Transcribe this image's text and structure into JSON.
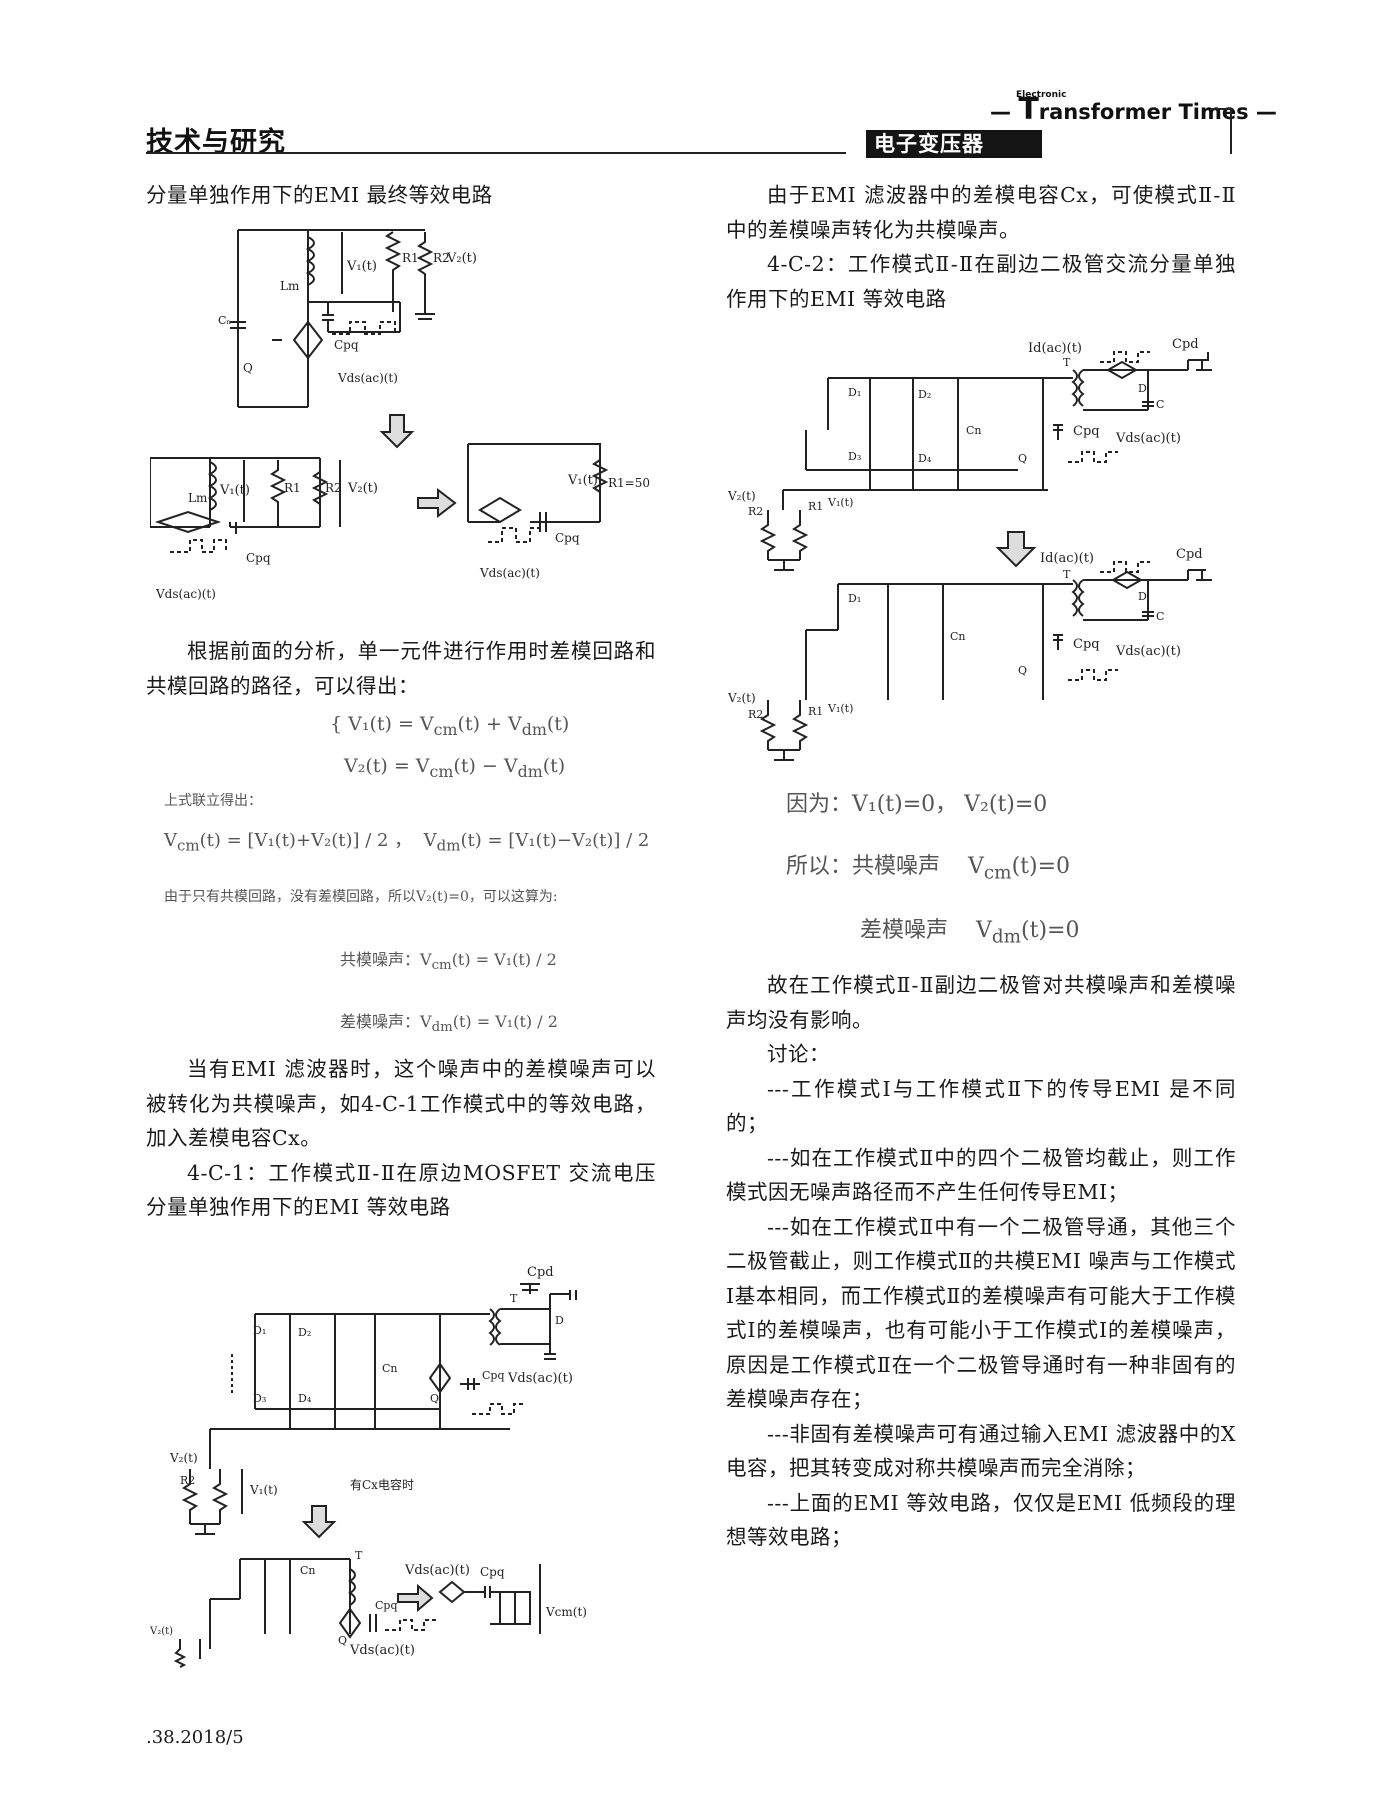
{
  "header": {
    "section": "技术与研究",
    "magazine_en_small": "Electronic",
    "magazine_en_cap": "T",
    "magazine_en_rest": "ransformer Times",
    "magazine_cn": "电子变压器"
  },
  "left": {
    "p1": "分量单独作用下的EMI 最终等效电路",
    "p2": "根据前面的分析，单一元件进行作用时差模回路和共模回路的路径，可以得出：",
    "eq_note1": "上式联立得出：",
    "eq_note2": "由于只有共模回路，没有差模回路，所以V₂(t)=0，可以这算为:",
    "eq_cm_label": "共模噪声：",
    "eq_dm_label": "差模噪声：",
    "p3": "当有EMI 滤波器时，这个噪声中的差模噪声可以被转化为共模噪声，如4-C-1工作模式中的等效电路，加入差模电容Cx。",
    "p4": "4-C-1：工作模式Ⅱ-Ⅱ在原边MOSFET 交流电压分量单独作用下的EMI 等效电路",
    "fig_note": "有Cx电容时"
  },
  "right": {
    "p1": "由于EMI 滤波器中的差模电容Cx，可使模式Ⅱ-Ⅱ中的差模噪声转化为共模噪声。",
    "p2": "4-C-2：工作模式Ⅱ-Ⅱ在副边二极管交流分量单独作用下的EMI 等效电路",
    "because": "因为：",
    "so": "所以：",
    "cm_noise": "共模噪声",
    "dm_noise": "差模噪声",
    "p3": "故在工作模式Ⅱ-Ⅱ副边二极管对共模噪声和差模噪声均没有影响。",
    "p4": "讨论：",
    "p5": "---工作模式Ⅰ与工作模式Ⅱ下的传导EMI 是不同的；",
    "p6": "---如在工作模式Ⅱ中的四个二极管均截止，则工作模式因无噪声路径而不产生任何传导EMI；",
    "p7": "---如在工作模式Ⅱ中有一个二极管导通，其他三个二极管截止，则工作模式Ⅱ的共模EMI 噪声与工作模式Ⅰ基本相同，而工作模式Ⅱ的差模噪声有可能大于工作模式Ⅰ的差模噪声，也有可能小于工作模式Ⅰ的差模噪声，原因是工作模式Ⅱ在一个二极管导通时有一种非固有的差模噪声存在；",
    "p8": "---非固有差模噪声可有通过输入EMI 滤波器中的X 电容，把其转变成对称共模噪声而完全消除；",
    "p9": "---上面的EMI 等效电路，仅仅是EMI 低频段的理想等效电路；"
  },
  "footer": {
    "page": ".38.2018/5"
  }
}
